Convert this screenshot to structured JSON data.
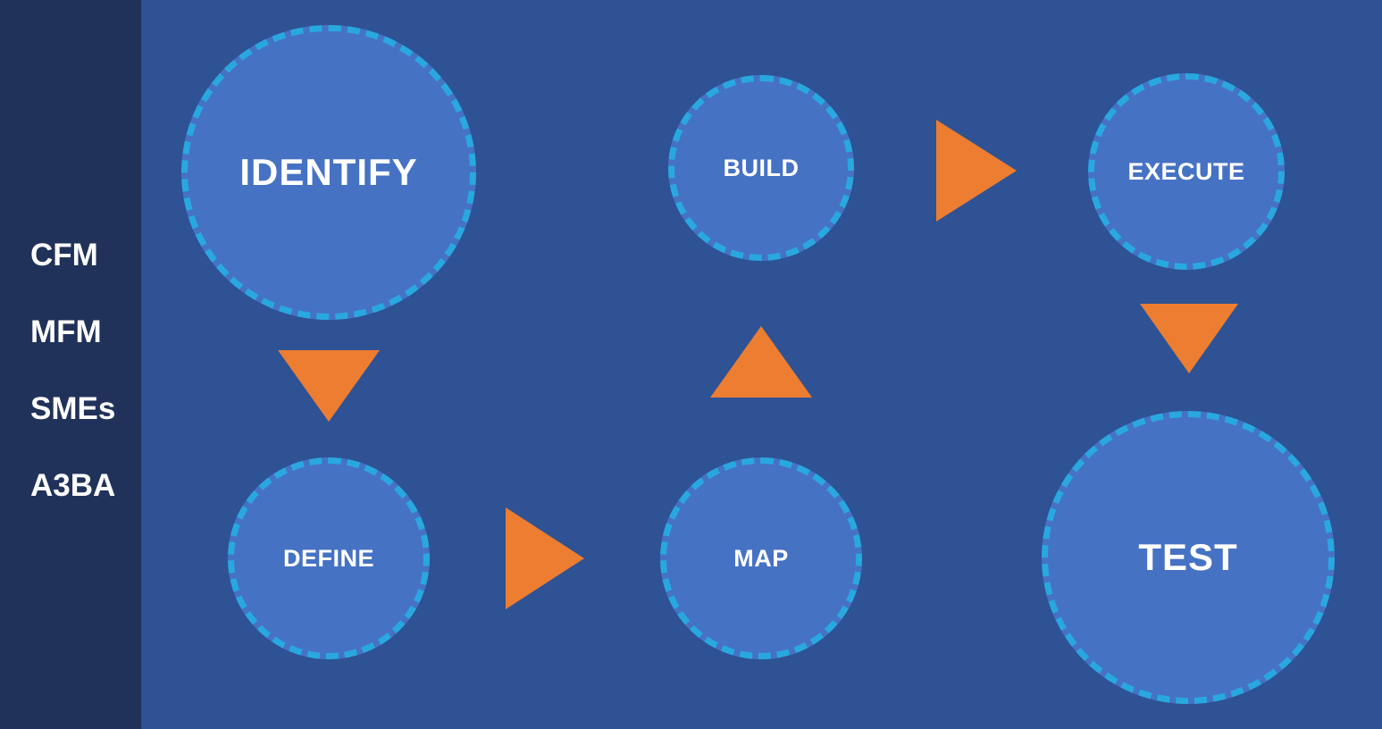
{
  "diagram": {
    "type": "process-cycle",
    "sidebar": {
      "items": [
        {
          "label": "CFM"
        },
        {
          "label": "MFM"
        },
        {
          "label": "SMEs"
        },
        {
          "label": "A3BA"
        }
      ]
    },
    "nodes": [
      {
        "id": "identify",
        "label": "IDENTIFY",
        "size": "large"
      },
      {
        "id": "define",
        "label": "DEFINE",
        "size": "small"
      },
      {
        "id": "map",
        "label": "MAP",
        "size": "small"
      },
      {
        "id": "build",
        "label": "BUILD",
        "size": "small"
      },
      {
        "id": "execute",
        "label": "EXECUTE",
        "size": "small"
      },
      {
        "id": "test",
        "label": "TEST",
        "size": "large"
      }
    ],
    "arrows": [
      {
        "from": "identify",
        "to": "define",
        "direction": "down"
      },
      {
        "from": "define",
        "to": "map",
        "direction": "right"
      },
      {
        "from": "map",
        "to": "build",
        "direction": "up"
      },
      {
        "from": "build",
        "to": "execute",
        "direction": "right"
      },
      {
        "from": "execute",
        "to": "test",
        "direction": "down"
      }
    ],
    "colors": {
      "background": "#2e5294",
      "sidebar_background": "#20325a",
      "node_fill": "#4672c4",
      "node_border": "#29a8e0",
      "arrow": "#ed7d31",
      "text": "#ffffff"
    }
  }
}
